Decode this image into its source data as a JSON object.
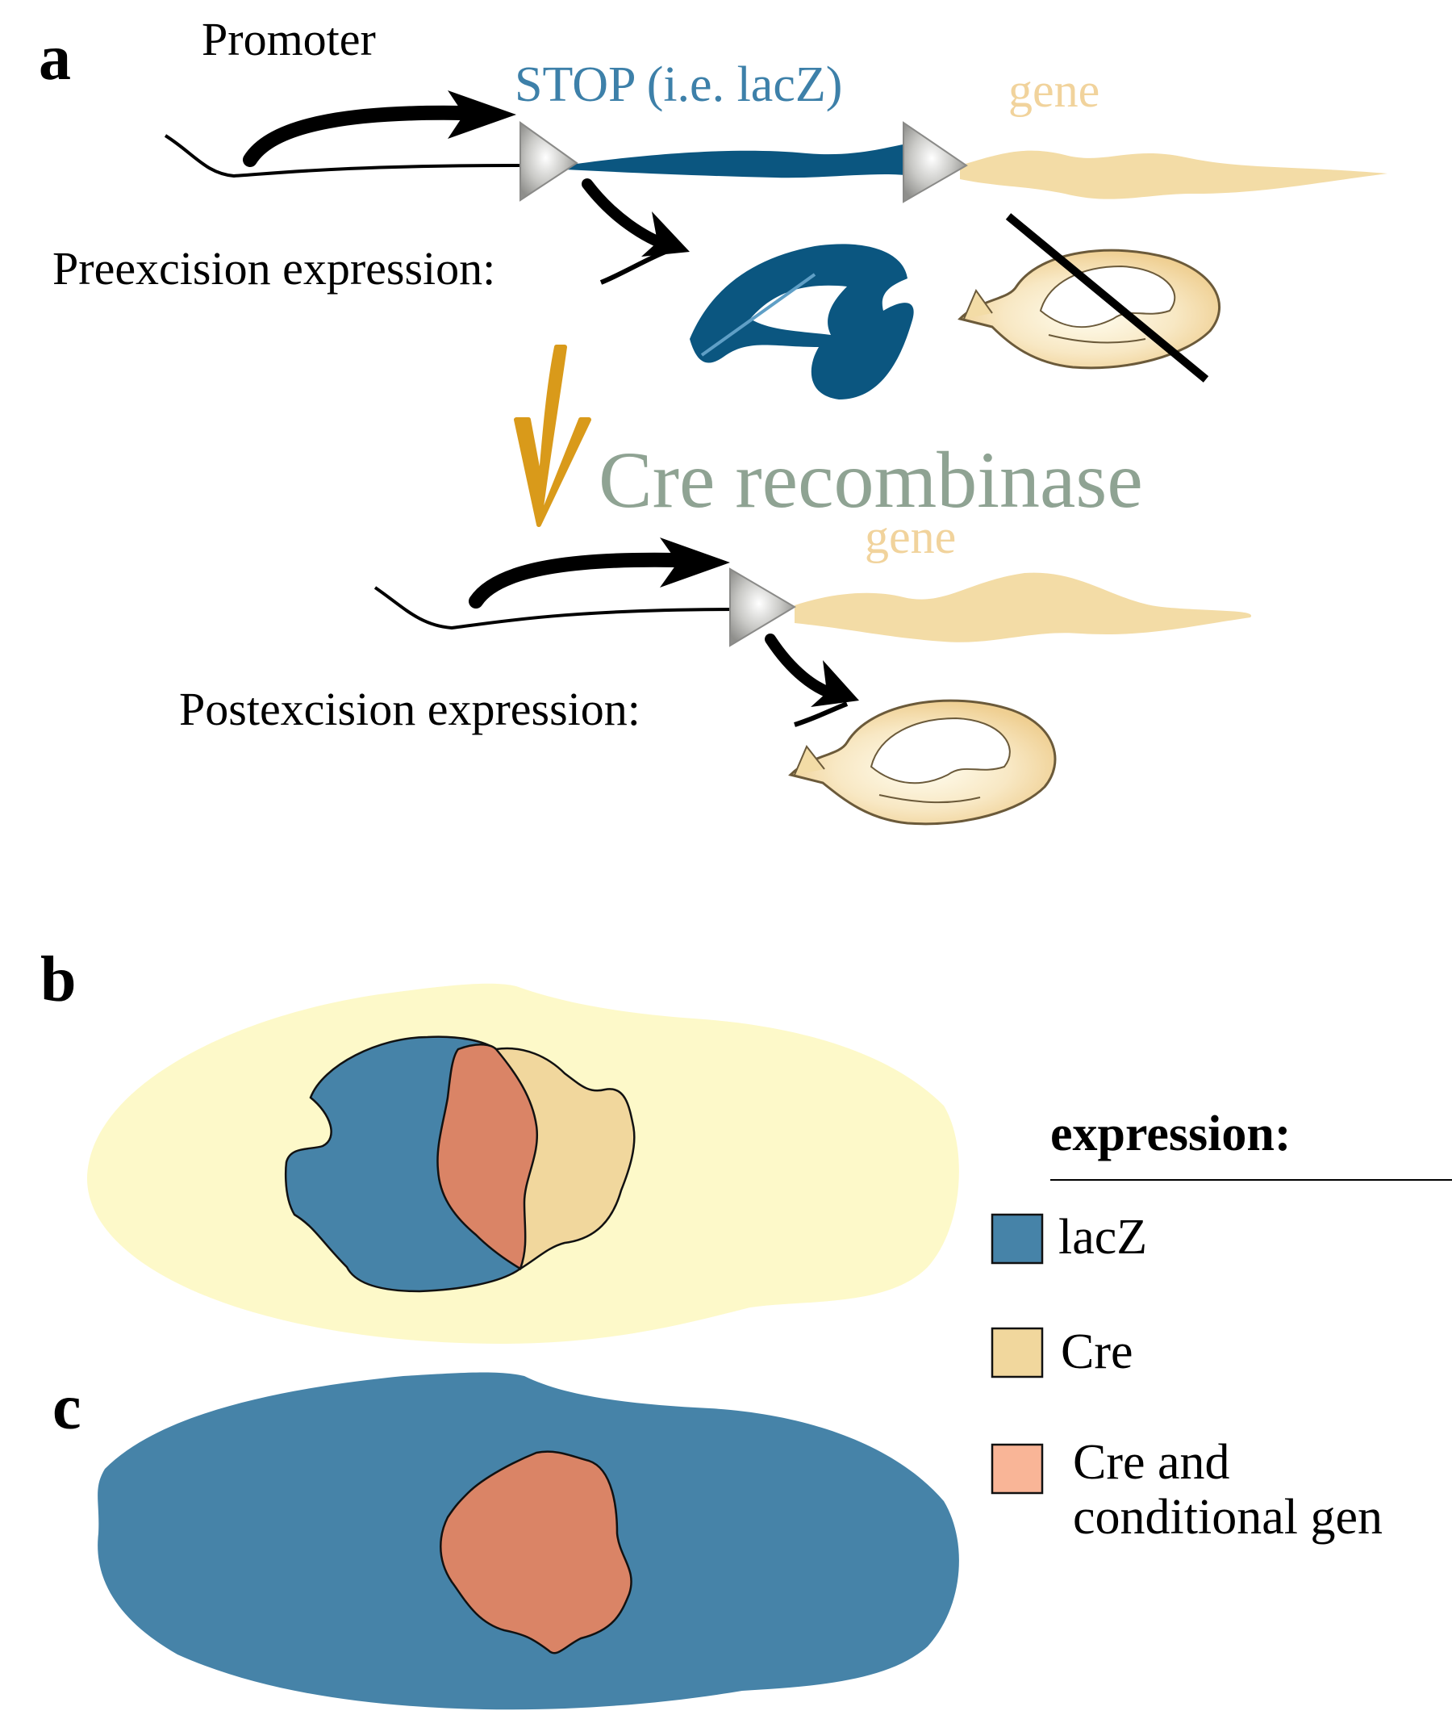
{
  "panels": {
    "a": {
      "letter": "a",
      "promoter_label": "Promoter",
      "stop_label": "STOP (i.e. lacZ)",
      "gene_label": "gene",
      "preexcision_label": "Preexcision expression:",
      "recombinase_label": "Cre recombinase",
      "gene_label_after": "gene",
      "postexcision_label": "Postexcision expression:"
    },
    "b": {
      "letter": "b"
    },
    "c": {
      "letter": "c"
    }
  },
  "legend": {
    "title": "expression:",
    "items": [
      {
        "label": "lacZ",
        "color": "#4683a8"
      },
      {
        "label": "Cre",
        "color": "#f1d79d"
      },
      {
        "label_line1": "Cre and",
        "label_line2": "conditional gen",
        "color": "#f9b597"
      }
    ]
  },
  "colors": {
    "lacz_ribbon": "#0b5680",
    "gene_ribbon": "#f3dca6",
    "recombinase_arrow": "#d99a1a",
    "recombinase_text": "#8fa393",
    "stop_text": "#3d80a9",
    "gene_text": "#f1d39c",
    "embryo_b_background": "#fdf9c9",
    "region_lacz": "#4683a8",
    "region_cre": "#f1d79d",
    "region_overlap": "#da8466",
    "embryo_c_background": "#4683a8"
  }
}
